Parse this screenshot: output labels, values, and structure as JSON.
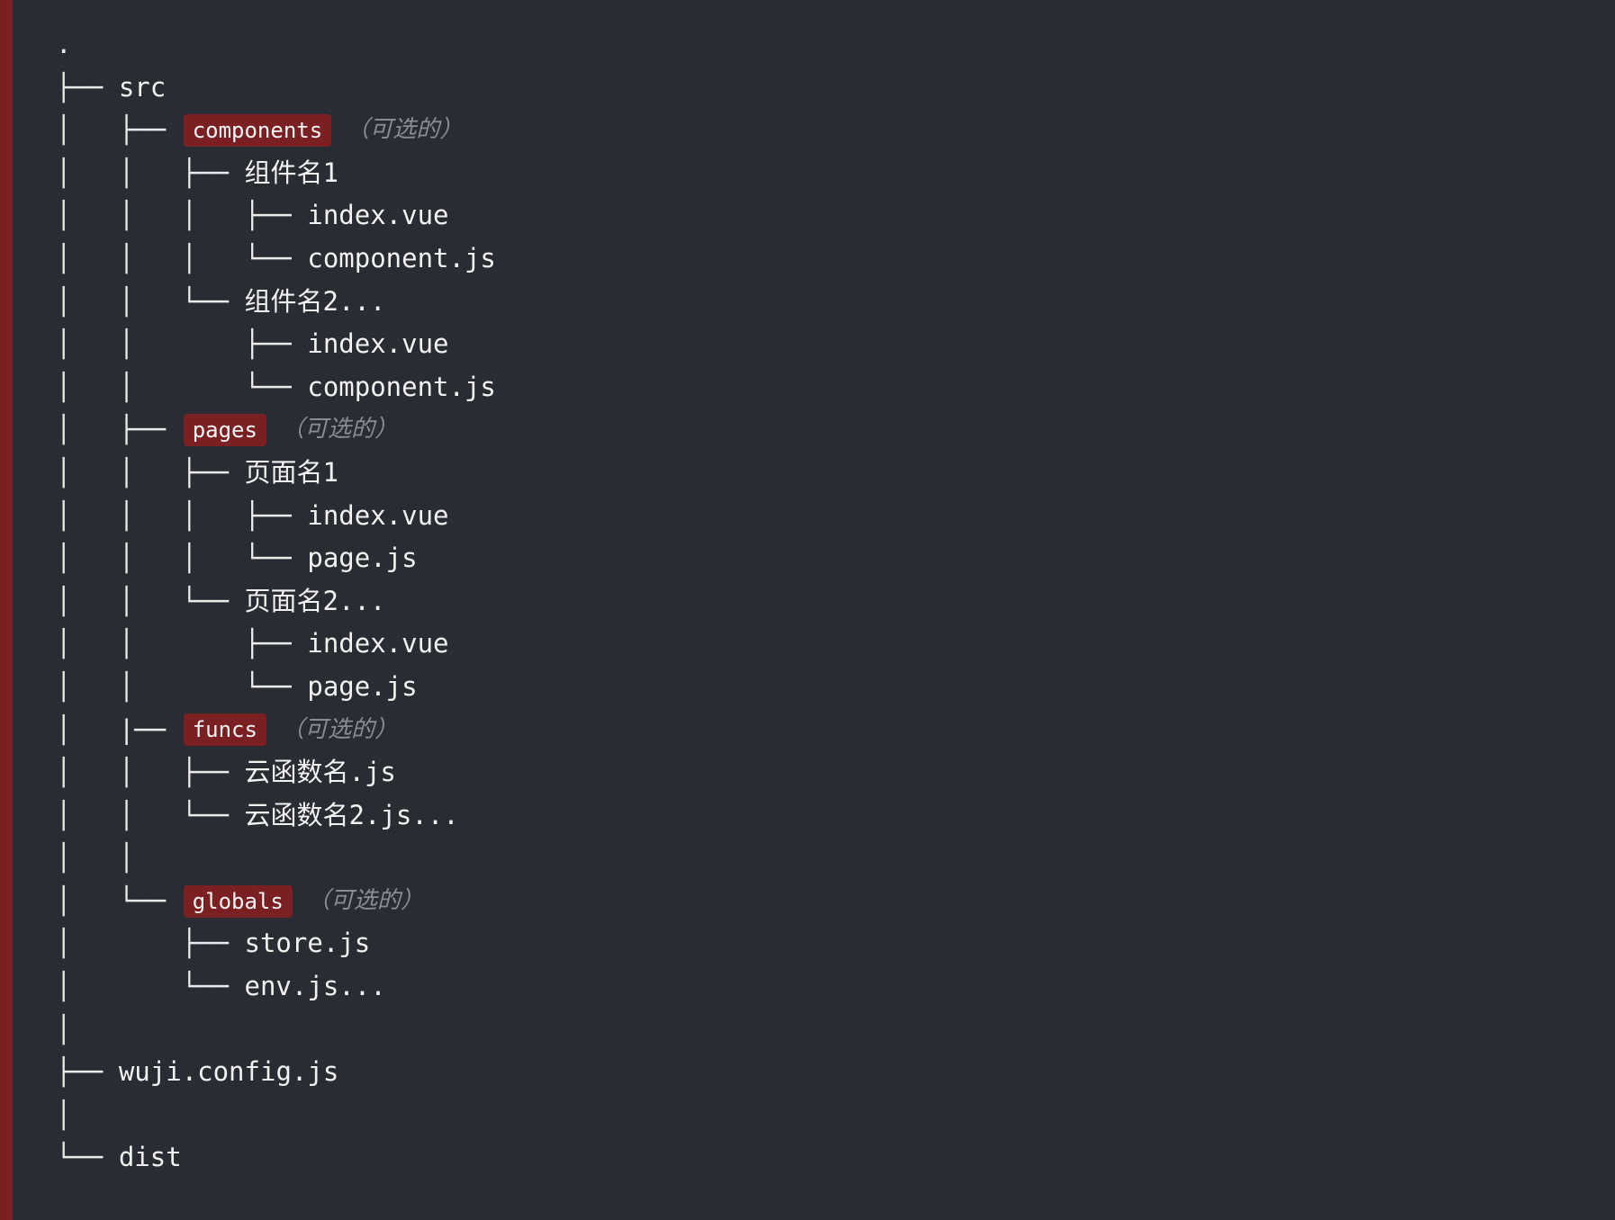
{
  "colors": {
    "background": "#2a2c33",
    "accent": "#7a1f22",
    "text": "#eaeaea",
    "note": "#8a8c93"
  },
  "tree": [
    {
      "prefix": ".",
      "name": ""
    },
    {
      "prefix": "├── ",
      "name": "src"
    },
    {
      "prefix": "│   ├── ",
      "tag": "components",
      "note": "（可选的）"
    },
    {
      "prefix": "│   │   ├── ",
      "name": "组件名1"
    },
    {
      "prefix": "│   │   │   ├── ",
      "name": "index.vue"
    },
    {
      "prefix": "│   │   │   └── ",
      "name": "component.js"
    },
    {
      "prefix": "│   │   └── ",
      "name": "组件名2..."
    },
    {
      "prefix": "│   │       ├── ",
      "name": "index.vue"
    },
    {
      "prefix": "│   │       └── ",
      "name": "component.js"
    },
    {
      "prefix": "│   ├── ",
      "tag": "pages",
      "note": "（可选的）"
    },
    {
      "prefix": "│   │   ├── ",
      "name": "页面名1"
    },
    {
      "prefix": "│   │   │   ├── ",
      "name": "index.vue"
    },
    {
      "prefix": "│   │   │   └── ",
      "name": "page.js"
    },
    {
      "prefix": "│   │   └── ",
      "name": "页面名2..."
    },
    {
      "prefix": "│   │       ├── ",
      "name": "index.vue"
    },
    {
      "prefix": "│   │       └── ",
      "name": "page.js"
    },
    {
      "prefix": "│   |── ",
      "tag": "funcs",
      "note": "（可选的）"
    },
    {
      "prefix": "│   │   ├── ",
      "name": "云函数名.js"
    },
    {
      "prefix": "│   │   └── ",
      "name": "云函数名2.js..."
    },
    {
      "prefix": "│   │",
      "name": ""
    },
    {
      "prefix": "│   └── ",
      "tag": "globals",
      "note": "（可选的）"
    },
    {
      "prefix": "│       ├── ",
      "name": "store.js"
    },
    {
      "prefix": "│       └── ",
      "name": "env.js..."
    },
    {
      "prefix": "│",
      "name": ""
    },
    {
      "prefix": "├── ",
      "name": "wuji.config.js"
    },
    {
      "prefix": "│",
      "name": ""
    },
    {
      "prefix": "└── ",
      "name": "dist"
    }
  ]
}
